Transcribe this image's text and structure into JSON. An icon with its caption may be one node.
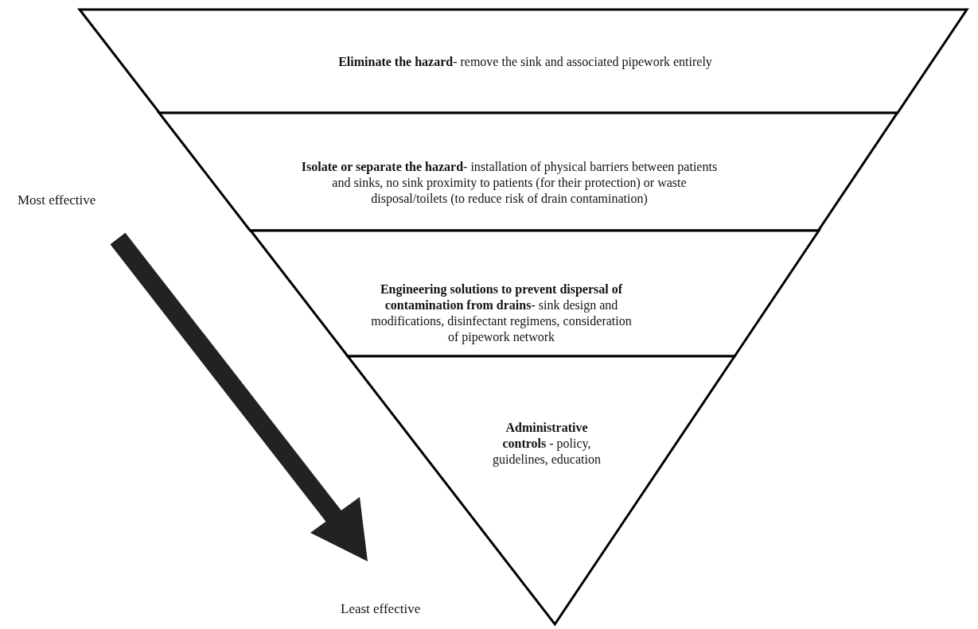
{
  "diagram": {
    "nodes": [
      {
        "text": [
          "**Eliminate the hazard**- remove the sink and associated pipework entirely"
        ]
      },
      {
        "text": [
          "**Isolate or separate the hazard**- installation of physical barriers between patients and sinks, no sink proximity to patients (for their protection) or waste disposal/toilets (to reduce risk of drain contamination)"
        ]
      },
      {
        "text": [
          "**Engineering solutions to prevent dispersal of contamination from drains**- sink design and modifications, disinfectant regimens, consideration of pipework network"
        ]
      },
      {
        "text": [
          "**Administrative controls** - policy, guidelines, education"
        ]
      }
    ],
    "edges": [],
    "labels": [
      "Most effective",
      "Least effective"
    ]
  }
}
